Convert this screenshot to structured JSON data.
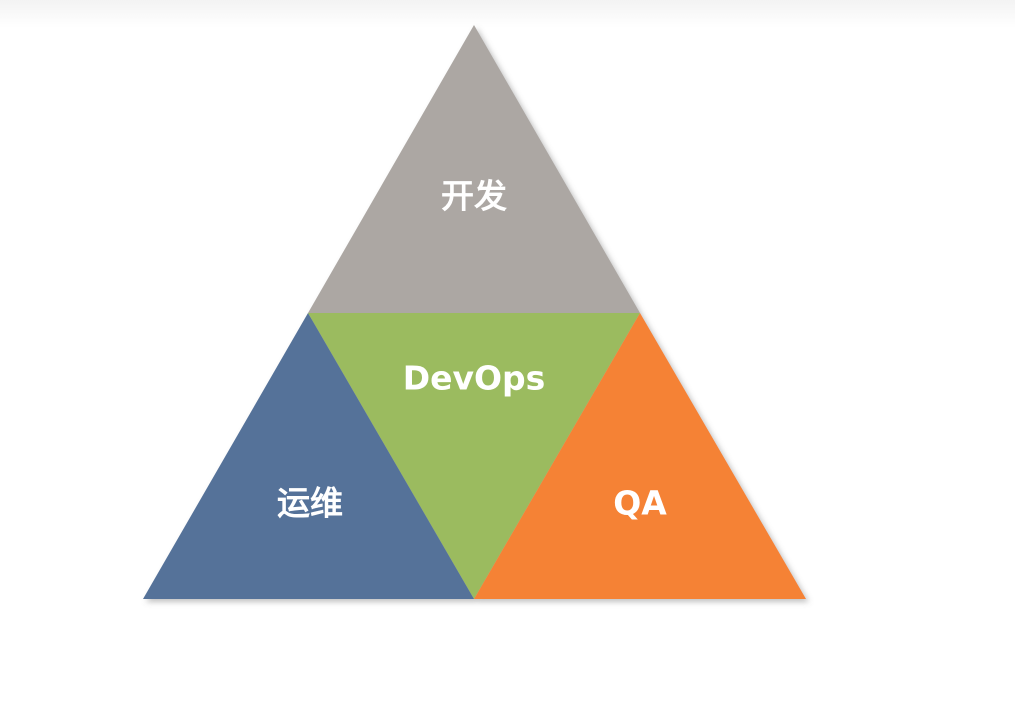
{
  "diagram": {
    "sections": {
      "dev": {
        "label": "开发",
        "color": "#aca7a3"
      },
      "devops": {
        "label": "DevOps",
        "color": "#9bbb5e"
      },
      "ops": {
        "label": "运维",
        "color": "#557299"
      },
      "qa": {
        "label": "QA",
        "color": "#f58235"
      }
    },
    "shadow_color": "#8a8a8a"
  }
}
